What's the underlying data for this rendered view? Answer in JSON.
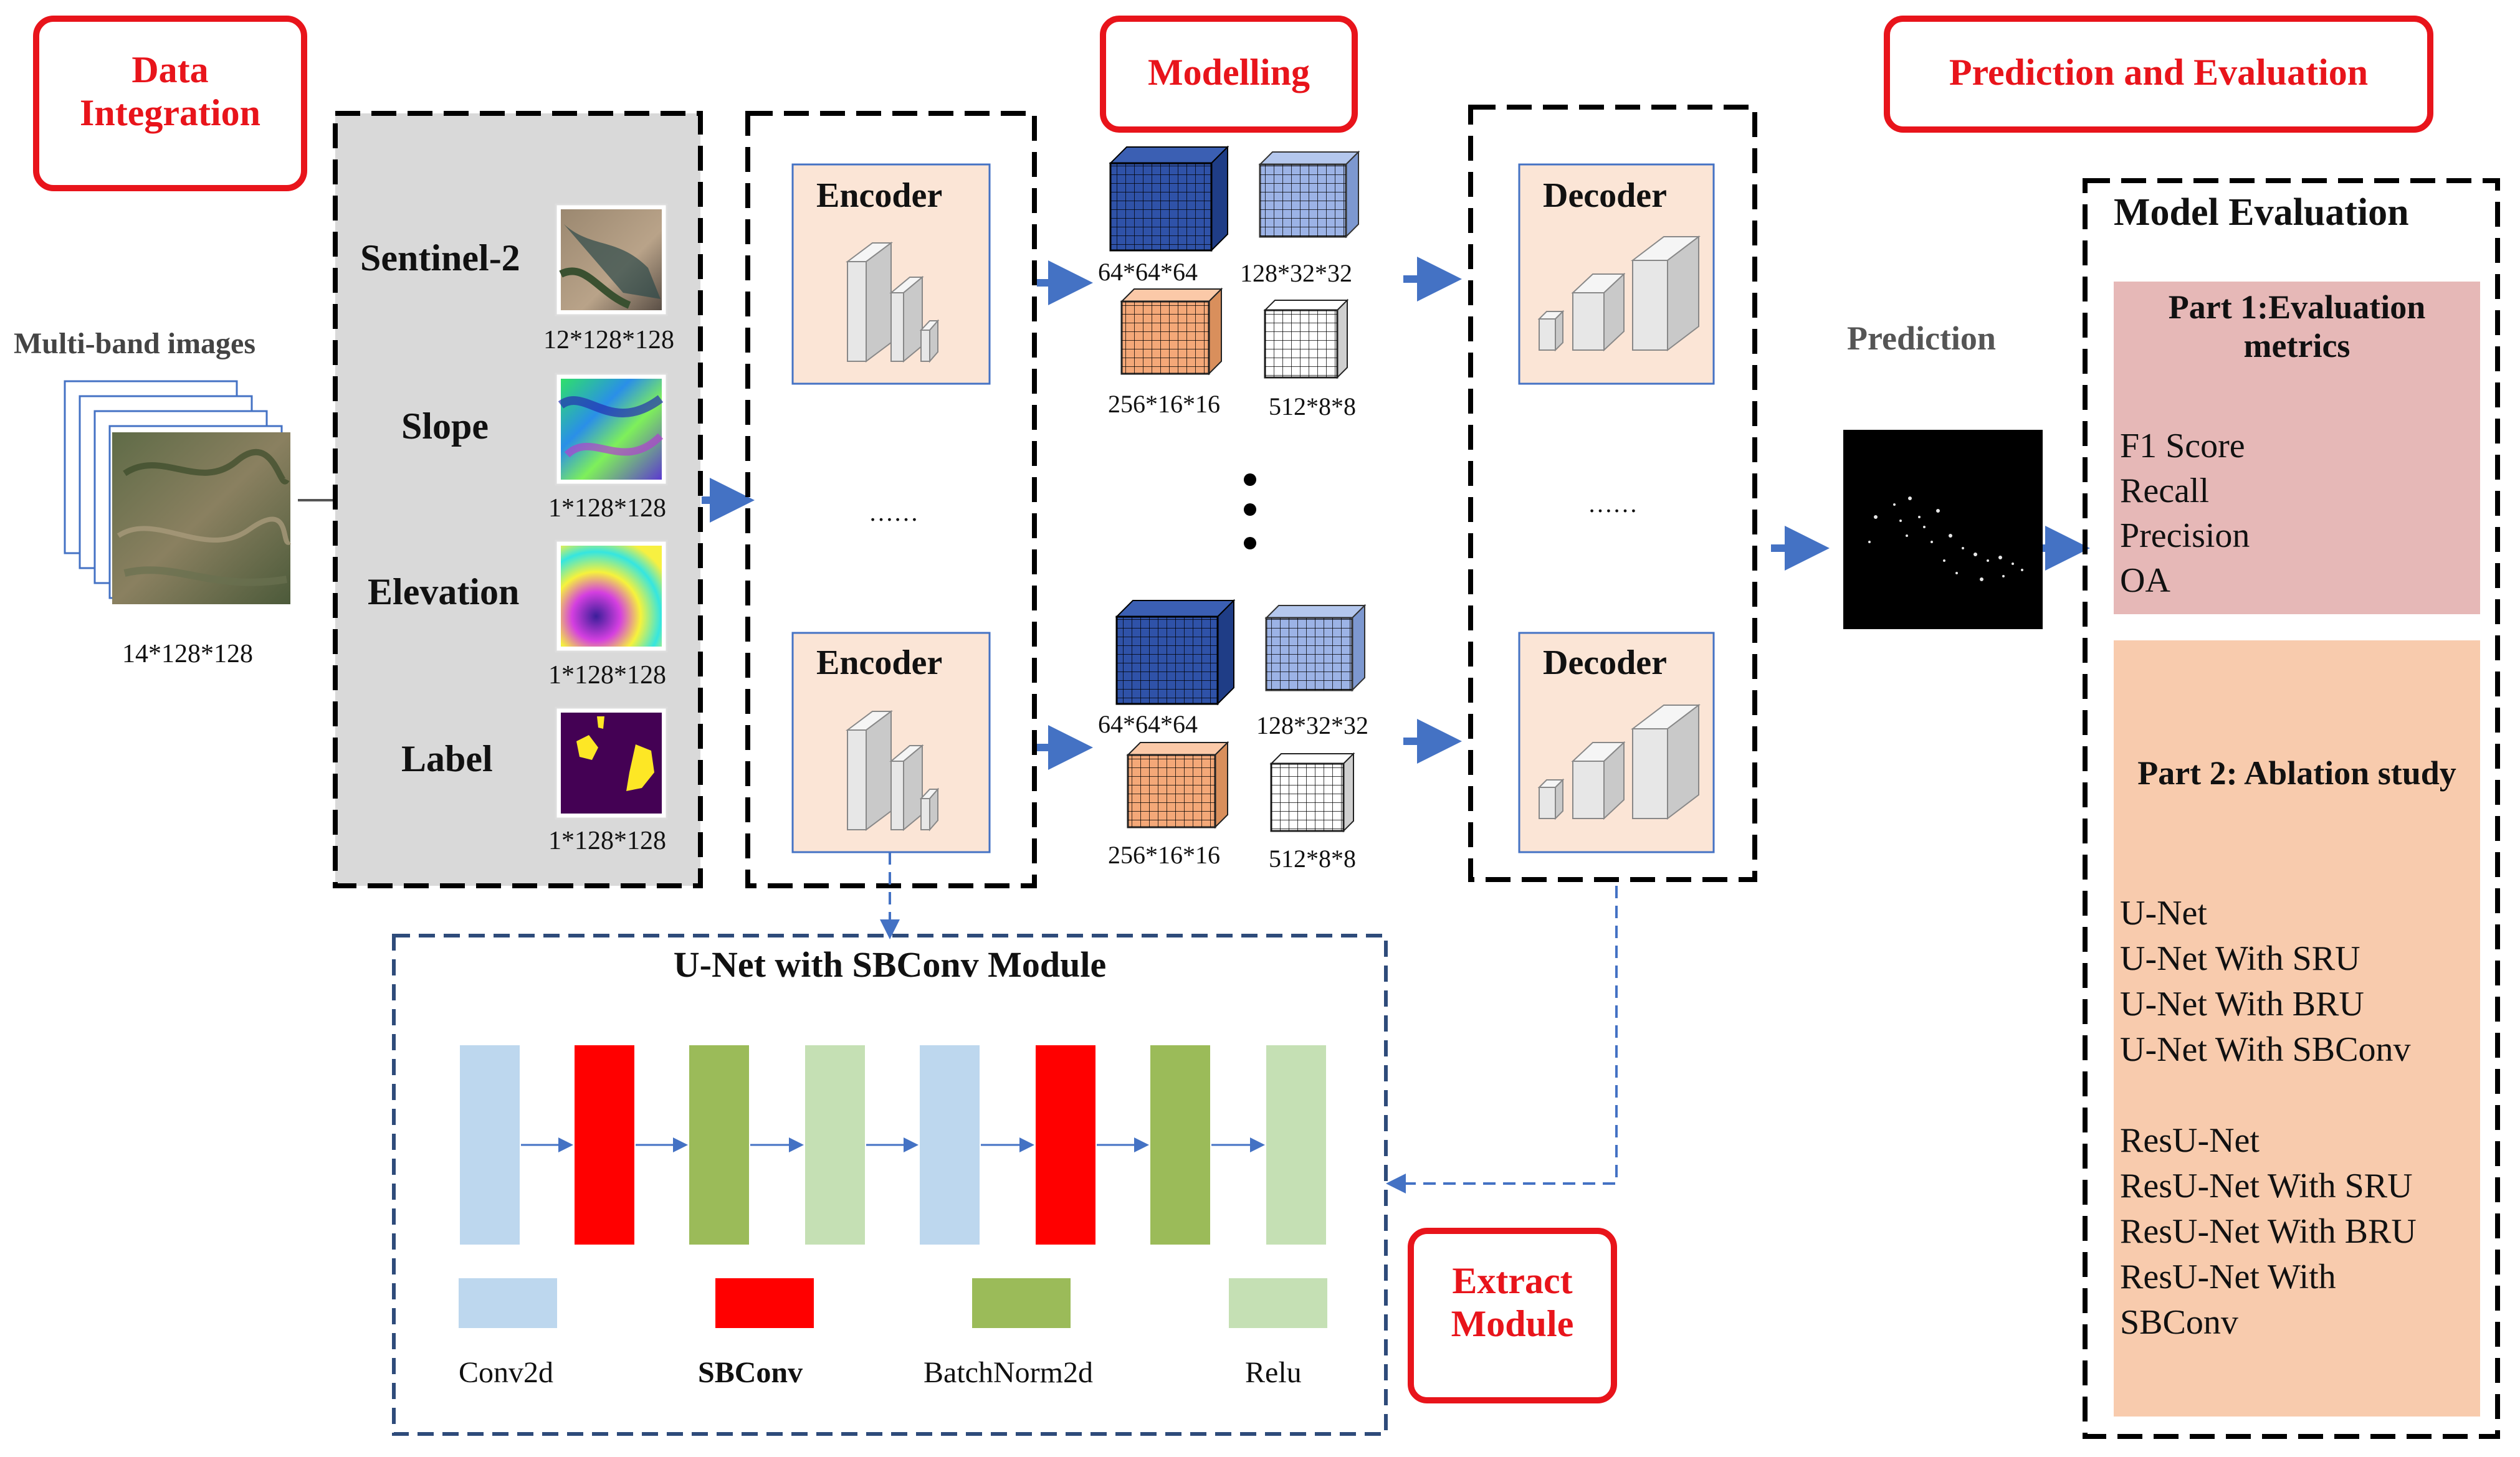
{
  "headers": {
    "data_integration": "Data Integration",
    "modelling": "Modelling",
    "prediction_evaluation": "Prediction and Evaluation",
    "extract_module": "Extract Module"
  },
  "input": {
    "title": "Multi-band images",
    "size": "14*128*128"
  },
  "data_layers": [
    {
      "name": "Sentinel-2",
      "size": "12*128*128"
    },
    {
      "name": "Slope",
      "size": "1*128*128"
    },
    {
      "name": "Elevation",
      "size": "1*128*128"
    },
    {
      "name": "Label",
      "size": "1*128*128"
    }
  ],
  "encoder": {
    "label": "Encoder",
    "ellipsis": "……"
  },
  "decoder": {
    "label": "Decoder",
    "ellipsis": "……"
  },
  "features": {
    "top": [
      "64*64*64",
      "128*32*32",
      "256*16*16",
      "512*8*8"
    ],
    "bottom": [
      "64*64*64",
      "128*32*32",
      "256*16*16",
      "512*8*8"
    ]
  },
  "prediction": {
    "label": "Prediction"
  },
  "evaluation": {
    "title": "Model Evaluation",
    "part1": {
      "title": "Part 1:Evaluation metrics",
      "items": [
        "F1 Score",
        "Recall",
        "Precision",
        "OA"
      ]
    },
    "part2": {
      "title": "Part 2: Ablation study",
      "items": [
        "U-Net",
        "U-Net With SRU",
        "U-Net With BRU",
        "U-Net With SBConv",
        "",
        "ResU-Net",
        "ResU-Net With SRU",
        "ResU-Net With BRU",
        "ResU-Net With",
        "SBConv"
      ]
    }
  },
  "module": {
    "title": "U-Net with SBConv Module",
    "legend": [
      "Conv2d",
      "SBConv",
      "BatchNorm2d",
      "Relu"
    ]
  },
  "colors": {
    "header_red": "#e8141b",
    "arrow_blue": "#4472c4",
    "conv2d": "#bdd7ee",
    "sbconv": "#ff0000",
    "batchnorm": "#9bbb59",
    "relu": "#c5e0b4",
    "encoder_fill": "#fbe5d6",
    "part1_fill": "#e6b8b7",
    "part2_fill": "#f8cbad",
    "data_panel": "#d9d9d9"
  }
}
